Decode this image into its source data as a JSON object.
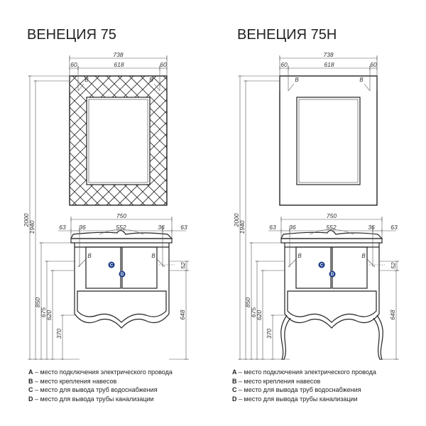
{
  "models": [
    {
      "title": "ВЕНЕЦИЯ 75",
      "legs": false,
      "mirror": {
        "total": "738",
        "inner": "618",
        "side_left": "60",
        "side_right": "60",
        "mark_left": "B",
        "mark_right": "B"
      },
      "cabinet": {
        "total": "750",
        "inner": "552",
        "edge_left": "63",
        "offset_left": "36",
        "offset_right": "36",
        "edge_right": "63",
        "side_h": "52",
        "mark_left": "B",
        "mark_right": "B",
        "conn_c": "C",
        "conn_d": "D"
      },
      "heights": {
        "h2000": "2000",
        "h1940": "1940",
        "h850": "850",
        "h675": "675",
        "h620": "620",
        "h370": "370",
        "h648": "648"
      }
    },
    {
      "title": "ВЕНЕЦИЯ 75Н",
      "legs": true,
      "mirror": {
        "total": "738",
        "inner": "618",
        "side_left": "60",
        "side_right": "60",
        "mark_left": "B",
        "mark_right": "B"
      },
      "cabinet": {
        "total": "750",
        "inner": "552",
        "edge_left": "63",
        "offset_left": "36",
        "offset_right": "36",
        "edge_right": "63",
        "side_h": "52",
        "mark_left": "B",
        "mark_right": "B",
        "conn_c": "C",
        "conn_d": "D"
      },
      "heights": {
        "h2000": "2000",
        "h1940": "1940",
        "h850": "850",
        "h675": "675",
        "h620": "620",
        "h370": "370",
        "h648": "648"
      }
    }
  ],
  "legend": [
    {
      "key": "A",
      "text": " – место подключения электрического провода"
    },
    {
      "key": "B",
      "text": " – место крепления навесов"
    },
    {
      "key": "C",
      "text": " – место для вывода труб водоснабжения"
    },
    {
      "key": "D",
      "text": " – место для вывода трубы канализации"
    }
  ],
  "colors": {
    "connector": "#1f3e8a",
    "line": "#222222"
  }
}
